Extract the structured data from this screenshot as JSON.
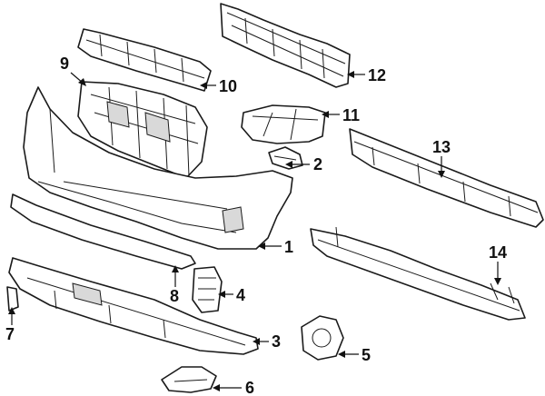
{
  "callouts": [
    {
      "id": "1"
    },
    {
      "id": "2"
    },
    {
      "id": "3"
    },
    {
      "id": "4"
    },
    {
      "id": "5"
    },
    {
      "id": "6"
    },
    {
      "id": "7"
    },
    {
      "id": "8"
    },
    {
      "id": "9"
    },
    {
      "id": "10"
    },
    {
      "id": "11"
    },
    {
      "id": "12"
    },
    {
      "id": "13"
    },
    {
      "id": "14"
    }
  ]
}
